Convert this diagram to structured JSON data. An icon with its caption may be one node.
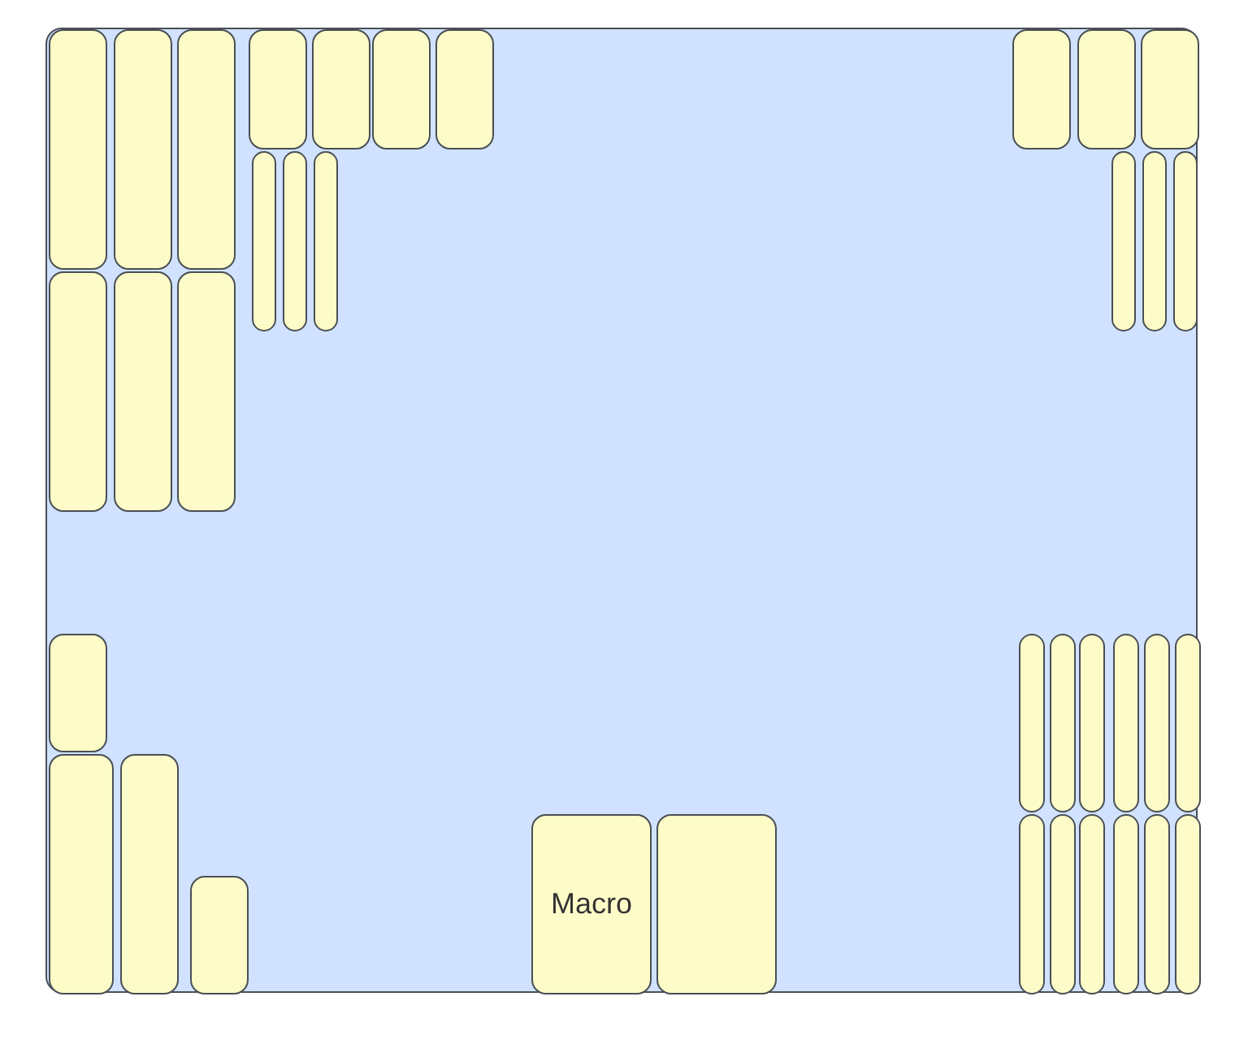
{
  "diagram": {
    "nodes": [
      {
        "text": [],
        "shape": "box"
      },
      {
        "text": [],
        "shape": "box",
        "in": 0
      },
      {
        "text": [],
        "shape": "box",
        "in": 0
      },
      {
        "text": [],
        "shape": "box",
        "in": 0
      },
      {
        "text": [],
        "shape": "box",
        "in": 0
      },
      {
        "text": [],
        "shape": "box",
        "in": 0
      },
      {
        "text": [],
        "shape": "box",
        "in": 0
      },
      {
        "text": [],
        "shape": "box",
        "in": 0
      },
      {
        "text": [],
        "shape": "box",
        "in": 0
      },
      {
        "text": [],
        "shape": "box",
        "in": 0
      },
      {
        "text": [],
        "shape": "box",
        "in": 0
      },
      {
        "text": [],
        "shape": "box",
        "in": 0
      },
      {
        "text": [],
        "shape": "box",
        "in": 0
      },
      {
        "text": [],
        "shape": "box",
        "in": 0
      },
      {
        "text": [],
        "shape": "box",
        "in": 0
      },
      {
        "text": [],
        "shape": "box",
        "in": 0
      },
      {
        "text": [],
        "shape": "box",
        "in": 0
      },
      {
        "text": [],
        "shape": "box",
        "in": 0
      },
      {
        "text": [],
        "shape": "box",
        "in": 0
      },
      {
        "text": [],
        "shape": "box",
        "in": 0
      },
      {
        "text": [],
        "shape": "box",
        "in": 0
      },
      {
        "text": [],
        "shape": "box",
        "in": 0
      },
      {
        "text": [],
        "shape": "box",
        "in": 0
      },
      {
        "text": [],
        "shape": "box",
        "in": 0
      },
      {
        "text": [
          "Macro"
        ],
        "in": 0
      },
      {
        "text": [],
        "shape": "box",
        "in": 0
      },
      {
        "text": [],
        "shape": "box",
        "in": 0
      },
      {
        "text": [],
        "shape": "box",
        "in": 0
      },
      {
        "text": [],
        "shape": "box",
        "in": 0
      },
      {
        "text": [],
        "shape": "box",
        "in": 0
      },
      {
        "text": [],
        "shape": "box",
        "in": 0
      },
      {
        "text": [],
        "shape": "box",
        "in": 0
      },
      {
        "text": [],
        "shape": "box",
        "in": 0
      },
      {
        "text": [],
        "shape": "box",
        "in": 0
      },
      {
        "text": [],
        "shape": "box",
        "in": 0
      },
      {
        "text": [],
        "shape": "box",
        "in": 0
      },
      {
        "text": [],
        "shape": "box",
        "in": 0
      },
      {
        "text": [],
        "shape": "box",
        "in": 0
      }
    ]
  }
}
